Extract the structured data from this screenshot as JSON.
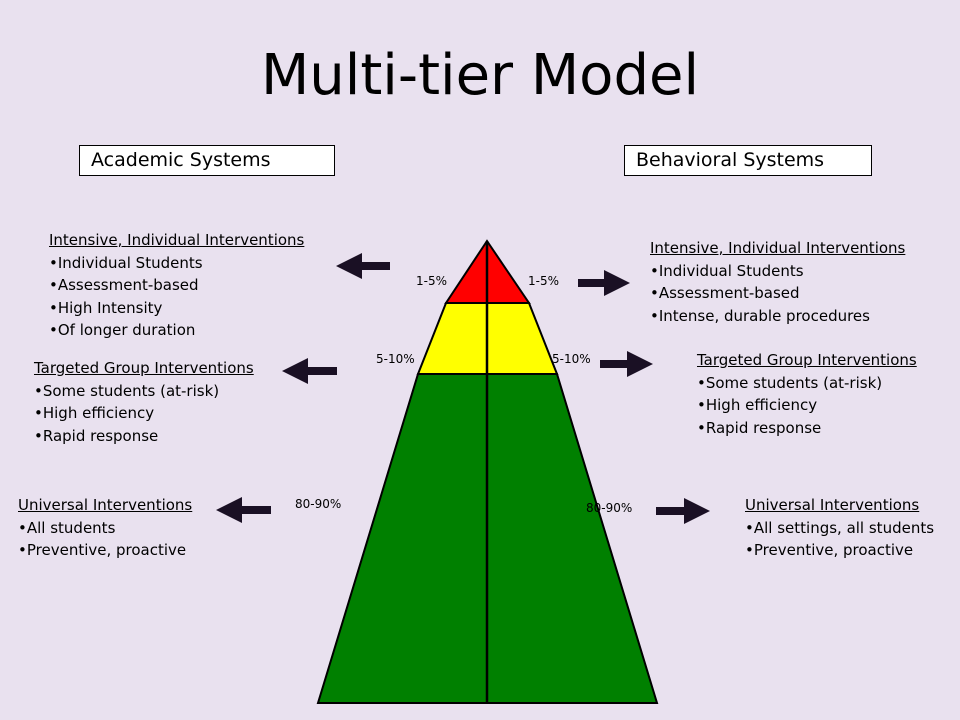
{
  "title": "Multi-tier Model",
  "academic": {
    "box_label": "Academic Systems",
    "tiers": [
      {
        "heading": "Intensive, Individual Interventions",
        "items": [
          "Individual Students",
          "Assessment-based",
          "High Intensity",
          "Of longer duration"
        ],
        "percent": "1-5%"
      },
      {
        "heading": "Targeted Group Interventions",
        "items": [
          "Some students (at-risk)",
          "High efficiency",
          "Rapid response"
        ],
        "percent": "5-10%"
      },
      {
        "heading": "Universal Interventions",
        "items": [
          "All students",
          "Preventive, proactive"
        ],
        "percent": "80-90%"
      }
    ]
  },
  "behavioral": {
    "box_label": "Behavioral Systems",
    "tiers": [
      {
        "heading": "Intensive, Individual Interventions",
        "items": [
          "Individual Students",
          "Assessment-based",
          "Intense, durable procedures"
        ],
        "percent": "1-5%"
      },
      {
        "heading": "Targeted Group Interventions",
        "items": [
          "Some students (at-risk)",
          "High efficiency",
          "Rapid response"
        ],
        "percent": "5-10%"
      },
      {
        "heading": "Universal Interventions",
        "items": [
          "All settings, all students",
          "Preventive, proactive"
        ],
        "percent": "80-90%"
      }
    ]
  },
  "colors": {
    "background": "#e9e1ef",
    "tier_intensive": "#ff0000",
    "tier_targeted": "#ffff00",
    "tier_universal": "#008000",
    "arrow": "#1a1024"
  }
}
